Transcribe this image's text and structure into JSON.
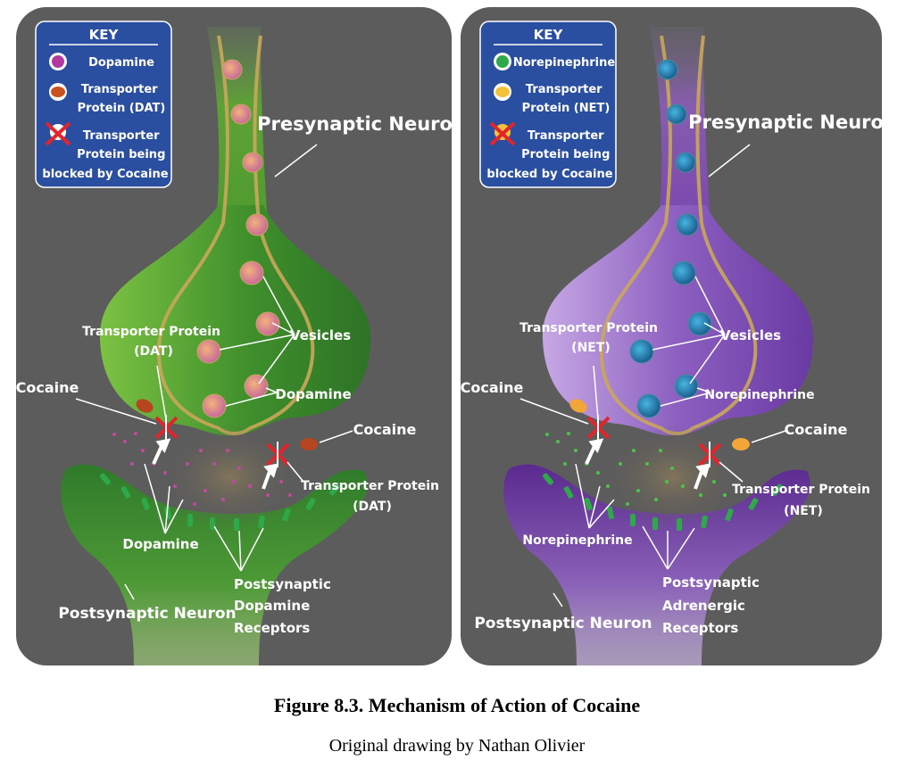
{
  "figure": {
    "title": "Figure 8.3. Mechanism of Action of Cocaine",
    "credit": "Original drawing by Nathan Olivier"
  },
  "colors": {
    "panel_bg": "#5a5a5a",
    "key_bg": "#2a4fa0",
    "dopamine_neuron": "#5ea932",
    "norepinephrine_neuron": "#8b5cb8",
    "blocker_red": "#e3242b"
  },
  "panels": [
    {
      "key": {
        "title": "KEY",
        "item1": "Dopamine",
        "item2_line1": "Transporter",
        "item2_line2": "Protein (DAT)",
        "item3_line1": "Transporter",
        "item3_line2": "Protein being",
        "item3_line3": "blocked by Cocaine"
      },
      "presynaptic": "Presynaptic Neuron",
      "postsynaptic": "Postsynaptic Neuron",
      "vesicles": "Vesicles",
      "neurotransmitter": "Dopamine",
      "neurotransmitter_cleft": "Dopamine",
      "transporter_left_line1": "Transporter Protein",
      "transporter_left_line2": "(DAT)",
      "transporter_right_line1": "Transporter Protein",
      "transporter_right_line2": "(DAT)",
      "cocaine_left": "Cocaine",
      "cocaine_right": "Cocaine",
      "receptors_line1": "Postsynaptic",
      "receptors_line2": "Dopamine",
      "receptors_line3": "Receptors"
    },
    {
      "key": {
        "title": "KEY",
        "item1": "Norepinephrine",
        "item2_line1": "Transporter",
        "item2_line2": "Protein (NET)",
        "item3_line1": "Transporter",
        "item3_line2": "Protein being",
        "item3_line3": "blocked by Cocaine"
      },
      "presynaptic": "Presynaptic Neuron",
      "postsynaptic": "Postsynaptic Neuron",
      "vesicles": "Vesicles",
      "neurotransmitter": "Norepinephrine",
      "neurotransmitter_cleft": "Norepinephrine",
      "transporter_left_line1": "Transporter Protein",
      "transporter_left_line2": "(NET)",
      "transporter_right_line1": "Transporter Protein",
      "transporter_right_line2": "(NET)",
      "cocaine_left": "Cocaine",
      "cocaine_right": "Cocaine",
      "receptors_line1": "Postsynaptic",
      "receptors_line2": "Adrenergic",
      "receptors_line3": "Receptors"
    }
  ]
}
